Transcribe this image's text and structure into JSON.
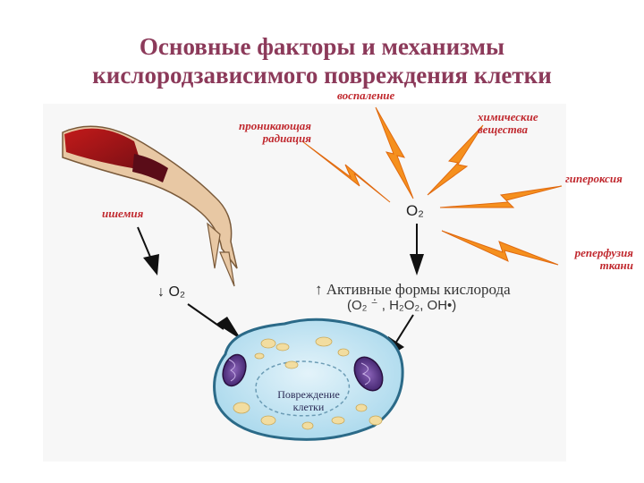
{
  "title": {
    "line1": "Основные  факторы и механизмы",
    "line2": "кислородзависимого повреждения клетки"
  },
  "factors": {
    "inflammation": "воспаление",
    "radiation_l1": "проникающая",
    "radiation_l2": "радиация",
    "chemicals_l1": "химические",
    "chemicals_l2": "вещества",
    "hyperoxia": "гипероксия",
    "reperfusion_l1": "реперфузия",
    "reperfusion_l2": "ткани",
    "ischemia": "ишемия"
  },
  "o2_center": "O₂",
  "o2_low": "O₂",
  "o2_low_arrow": "↓",
  "ros": {
    "up_arrow": "↑",
    "label": "Активные формы кислорода",
    "species": "(O₂ ⁻̇ , H₂O₂, OH•)"
  },
  "cell": {
    "line1": "Повреждение",
    "line2": "клетки"
  },
  "colors": {
    "title": "#8c3a5a",
    "labels": "#c0282e",
    "lightning": "#f5901e",
    "cell_fill": "#bfe3f2",
    "mitochondria": "#4b2a7a"
  }
}
